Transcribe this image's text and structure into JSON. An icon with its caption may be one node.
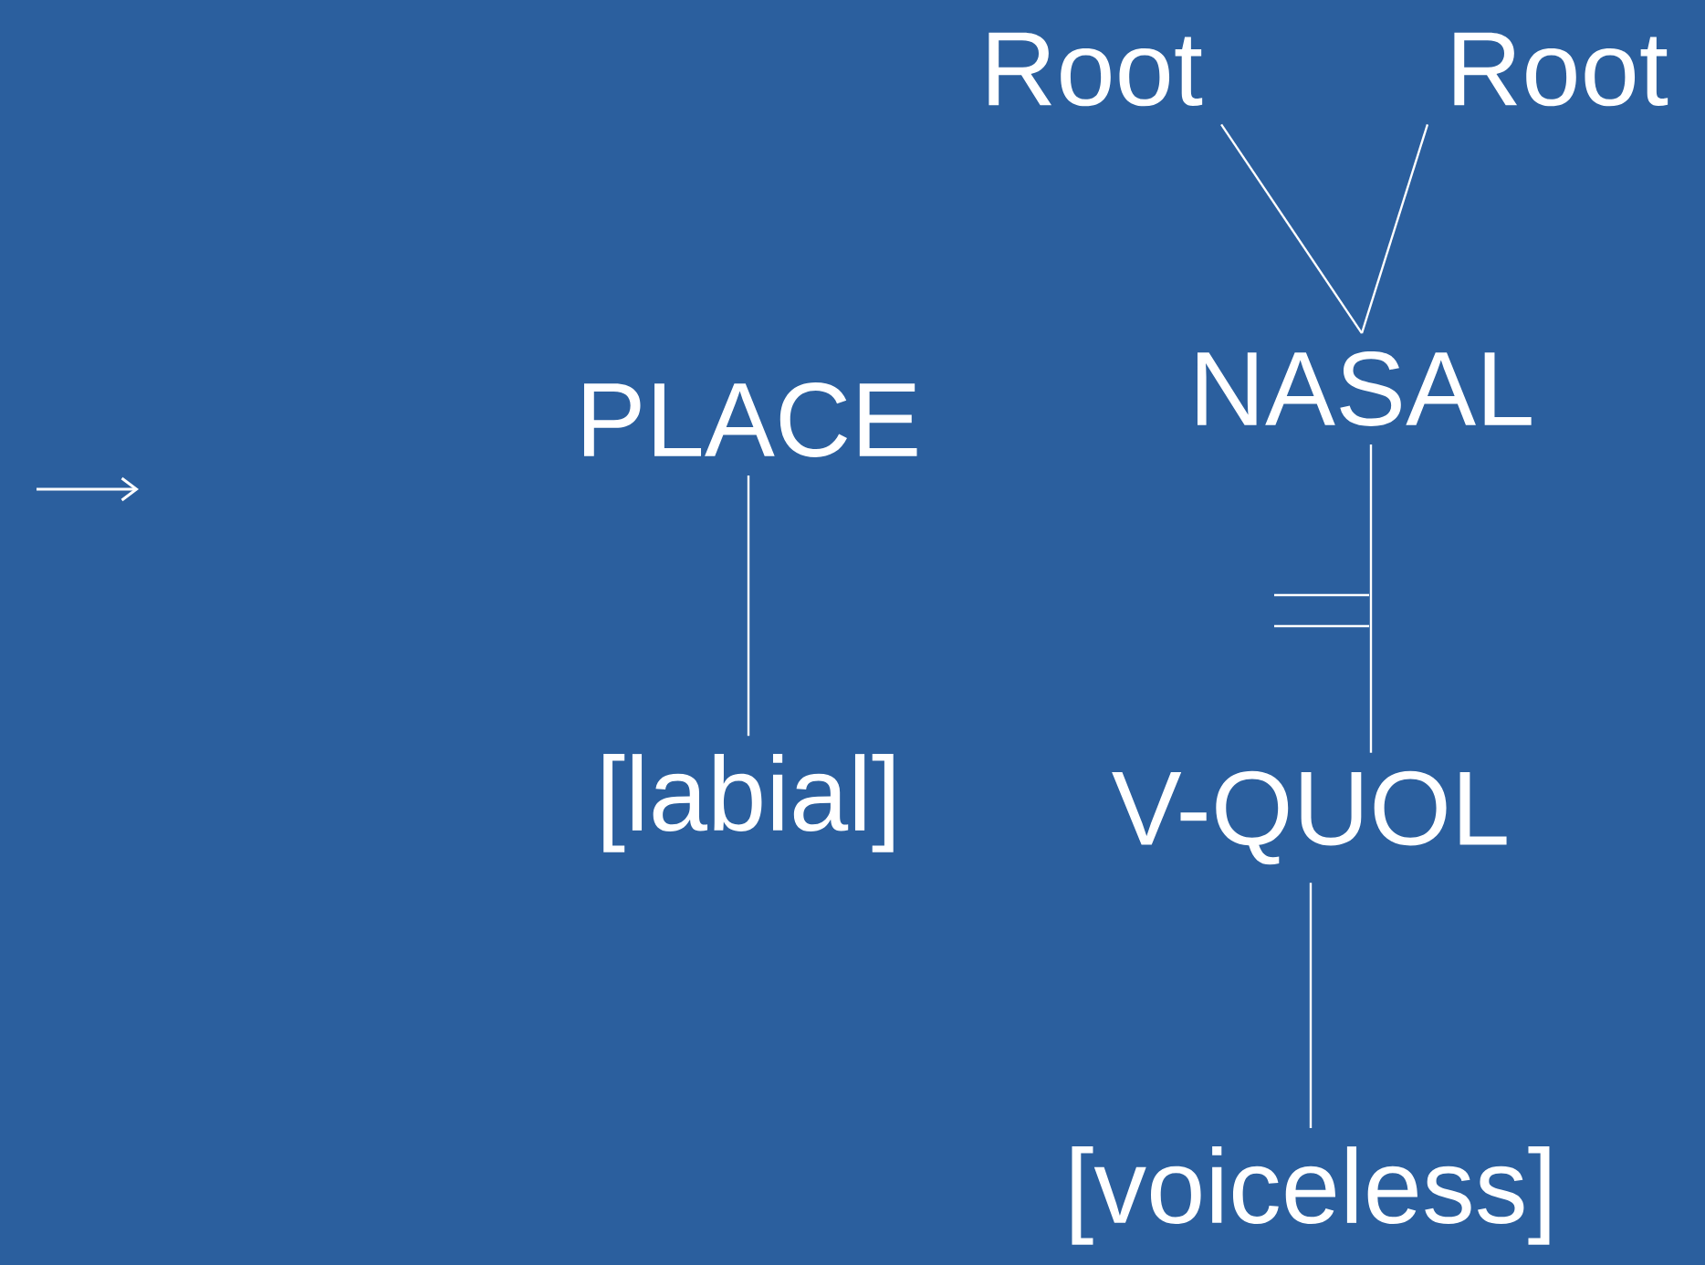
{
  "diagram": {
    "nodes": [
      {
        "text": [
          "Root"
        ]
      },
      {
        "text": [
          "Root"
        ]
      },
      {
        "text": [
          "NASAL"
        ]
      },
      {
        "text": [
          "PLACE"
        ]
      },
      {
        "text": [
          "[labial]"
        ]
      },
      {
        "text": [
          "V-QUOL"
        ]
      },
      {
        "text": [
          "[voiceless]"
        ]
      }
    ],
    "edges": [
      {
        "from": 0,
        "to": 2,
        "arrow": "none"
      },
      {
        "from": 1,
        "to": 2,
        "arrow": "none"
      },
      {
        "from": 3,
        "to": 4,
        "arrow": "none"
      },
      {
        "from": 2,
        "to": 5,
        "arrow": "none"
      },
      {
        "from": 5,
        "to": 6,
        "arrow": "none"
      }
    ]
  }
}
